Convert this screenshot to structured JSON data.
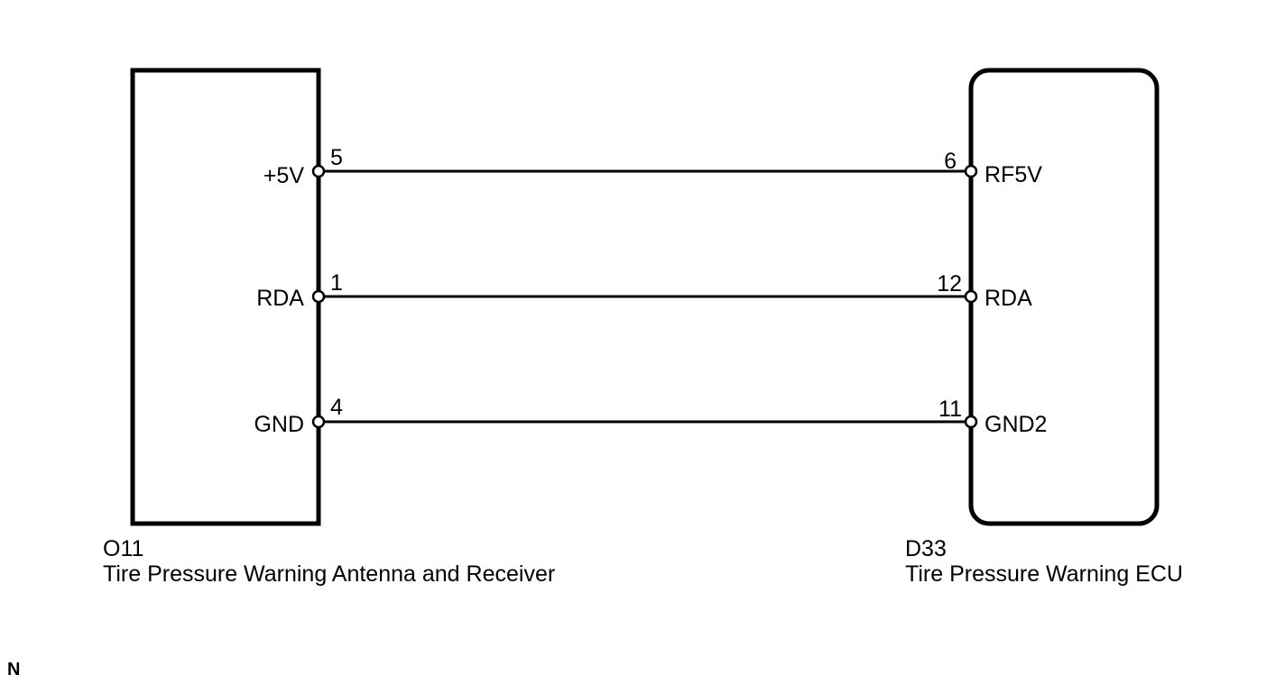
{
  "components": {
    "left": {
      "code": "O11",
      "name": "Tire Pressure Warning Antenna and Receiver",
      "pins": [
        {
          "signal": "+5V",
          "number": "5"
        },
        {
          "signal": "RDA",
          "number": "1"
        },
        {
          "signal": "GND",
          "number": "4"
        }
      ]
    },
    "right": {
      "code": "D33",
      "name": "Tire Pressure Warning ECU",
      "pins": [
        {
          "signal": "RF5V",
          "number": "6"
        },
        {
          "signal": "RDA",
          "number": "12"
        },
        {
          "signal": "GND2",
          "number": "11"
        }
      ]
    }
  },
  "corner_mark": "N"
}
